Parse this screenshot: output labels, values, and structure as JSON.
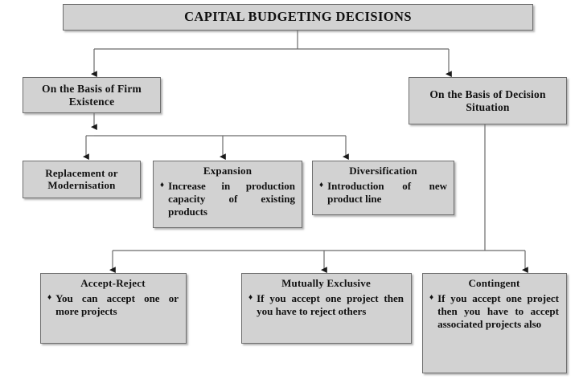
{
  "diagram": {
    "type": "flowchart",
    "title": "CAPITAL BUDGETING DECISIONS",
    "bullet_glyph": "♦",
    "colors": {
      "node_fill": "#d2d2d2",
      "node_border": "#6e6e6e",
      "connector": "#555555",
      "text": "#111111",
      "background": "#ffffff"
    },
    "nodes": {
      "root": {
        "label": "CAPITAL BUDGETING DECISIONS"
      },
      "firm_existence": {
        "label": "On the Basis of Firm Existence"
      },
      "decision_situation": {
        "label": "On the Basis of Decision Situation"
      },
      "replacement": {
        "label": "Replacement or Modernisation",
        "bullets": []
      },
      "expansion": {
        "label": "Expansion",
        "bullets": [
          "Increase in production capacity of existing products"
        ]
      },
      "diversification": {
        "label": "Diversification",
        "bullets": [
          "Introduction of new product line"
        ]
      },
      "accept_reject": {
        "label": "Accept-Reject",
        "bullets": [
          "You can accept one or more projects"
        ]
      },
      "mutually_exclusive": {
        "label": "Mutually Exclusive",
        "bullets": [
          "If you accept one project then you have to reject others"
        ]
      },
      "contingent": {
        "label": "Contingent",
        "bullets": [
          "If you accept one project then you have to accept associated projects also"
        ]
      }
    },
    "edges": [
      {
        "from": "root",
        "to": "firm_existence"
      },
      {
        "from": "root",
        "to": "decision_situation"
      },
      {
        "from": "firm_existence",
        "to": "replacement"
      },
      {
        "from": "firm_existence",
        "to": "expansion"
      },
      {
        "from": "firm_existence",
        "to": "diversification"
      },
      {
        "from": "decision_situation",
        "to": "accept_reject"
      },
      {
        "from": "decision_situation",
        "to": "mutually_exclusive"
      },
      {
        "from": "decision_situation",
        "to": "contingent"
      }
    ]
  }
}
